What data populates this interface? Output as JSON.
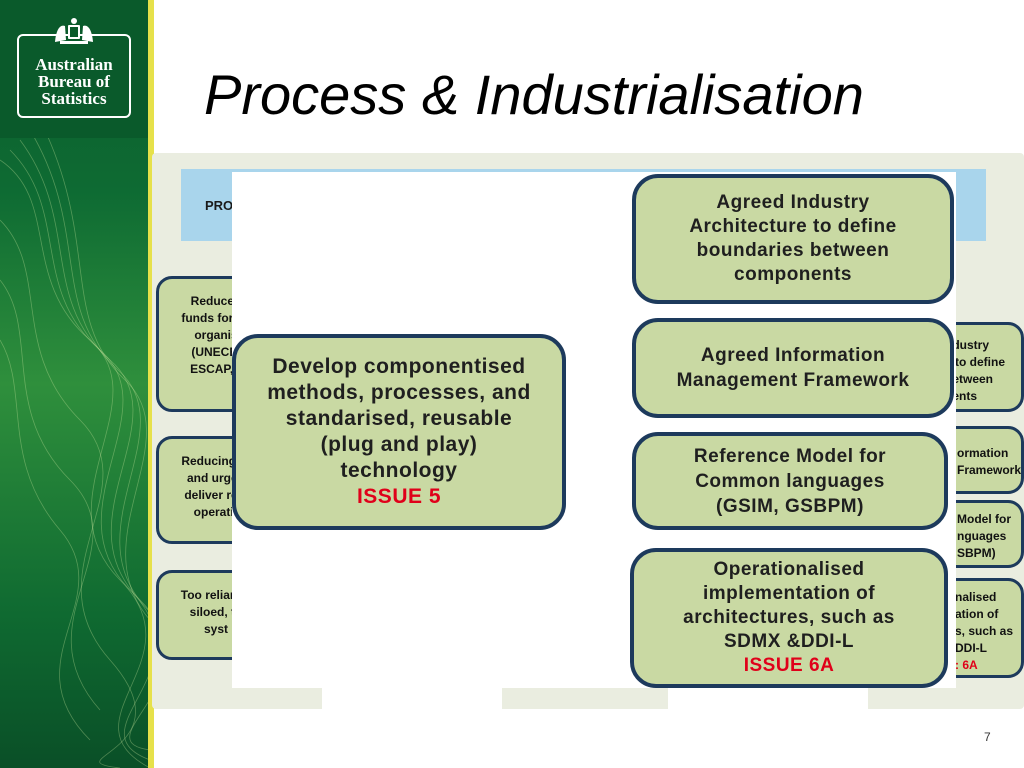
{
  "slide": {
    "title": "Process & Industrialisation",
    "page_number": "7"
  },
  "logo": {
    "lines": [
      "Australian",
      "Bureau of",
      "Statistics"
    ],
    "icon": "coat-of-arms-icon"
  },
  "colors": {
    "brand_green": "#0a5a2b",
    "accent_yellow": "#e6e14a",
    "box_fill": "#c9d9a3",
    "box_border": "#1d3a5c",
    "issue_red": "#e0001a",
    "banner_blue": "#a9d5ec"
  },
  "background": {
    "banner_text": "PROI",
    "left_boxes": [
      [
        "Reduced",
        "funds for  su",
        "organis",
        "(UNECE,",
        "ESCAP,C"
      ],
      [
        "Reducing fu",
        "and urgen",
        "deliver real",
        "operatir"
      ],
      [
        "Too reliant c",
        "siloed, to",
        "syst"
      ]
    ],
    "right_boxes": [
      [
        "ndustry",
        "e to define",
        "between",
        "nents"
      ],
      [
        "ormation",
        "Framework"
      ],
      [
        "Model for",
        "nguages",
        "SBPM)"
      ],
      [
        "nalised",
        "ation of",
        "s, such as",
        "DDI-L"
      ]
    ],
    "right_issue": ": 6A"
  },
  "main_box": {
    "lines": [
      "Develop componentised",
      "methods, processes, and",
      "standarised, reusable",
      "(plug and play)",
      "technology"
    ],
    "issue": "ISSUE 5"
  },
  "right_pills": [
    {
      "lines": [
        "Agreed Industry",
        "Architecture to define",
        "boundaries between",
        "components"
      ]
    },
    {
      "lines": [
        "Agreed Information",
        "Management Framework"
      ]
    },
    {
      "lines": [
        "Reference Model for",
        "Common languages",
        "(GSIM, GSBPM)"
      ]
    },
    {
      "lines": [
        "Operationalised",
        "implementation of",
        "architectures, such as",
        "SDMX &DDI-L"
      ],
      "issue": "ISSUE 6A"
    }
  ]
}
